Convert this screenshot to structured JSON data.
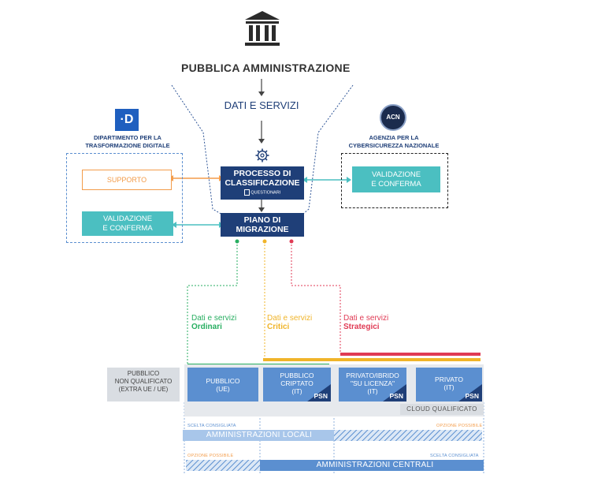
{
  "header": {
    "title": "PUBBLICA AMMINISTRAZIONE",
    "data_services": "DATI E SERVIZI",
    "icon": "government-building-icon"
  },
  "left_org": {
    "logo_letter": "·D",
    "name_line1": "DIPARTIMENTO PER LA",
    "name_line2": "TRASFORMAZIONE DIGITALE",
    "support": "SUPPORTO",
    "validation_line1": "VALIDAZIONE",
    "validation_line2": "E CONFERMA"
  },
  "right_org": {
    "logo_text": "ACN",
    "name_line1": "AGENZIA PER LA",
    "name_line2": "CYBERSICUREZZA NAZIONALE",
    "validation_line1": "VALIDAZIONE",
    "validation_line2": "E CONFERMA"
  },
  "process": {
    "classification_line1": "PROCESSO DI",
    "classification_line2": "CLASSIFICAZIONE",
    "questionnaire": "QUESTIONARI",
    "migration_line1": "PIANO DI",
    "migration_line2": "MIGRAZIONE"
  },
  "categories": [
    {
      "prefix": "Dati e servizi",
      "name": "Ordinari",
      "color": "#27ae60"
    },
    {
      "prefix": "Dati e servizi",
      "name": "Critici",
      "color": "#f0b429"
    },
    {
      "prefix": "Dati e servizi",
      "name": "Strategici",
      "color": "#e03a54"
    }
  ],
  "clouds": {
    "non_qualified_line1": "PUBBLICO",
    "non_qualified_line2": "NON QUALIFICATO",
    "non_qualified_line3": "(EXTRA UE / UE)",
    "public_line1": "PUBBLICO",
    "public_line2": "(UE)",
    "encrypted_line1": "PUBBLICO",
    "encrypted_line2": "CRIPTATO",
    "encrypted_line3": "(IT)",
    "hybrid_line1": "PRIVATO/IBRIDO",
    "hybrid_line2": "\"SU LICENZA\"",
    "hybrid_line3": "(IT)",
    "private_line1": "PRIVATO",
    "private_line2": "(IT)",
    "psn": "PSN",
    "qualified_label": "CLOUD QUALIFICATO"
  },
  "administrations": {
    "recommended": "SCELTA CONSIGLIATA",
    "possible": "OPZIONE POSSIBILE",
    "local": "AMMINISTRAZIONI LOCALI",
    "central": "AMMINISTRAZIONI CENTRALI"
  },
  "colors": {
    "navy": "#1f3f78",
    "teal": "#4bbfc1",
    "orange": "#f39c4a",
    "green": "#27ae60",
    "yellow": "#f0b429",
    "red": "#e03a54",
    "cloud_blue": "#5b8fd0",
    "light_blue": "#a8c6ea",
    "grey": "#d9dde2"
  }
}
